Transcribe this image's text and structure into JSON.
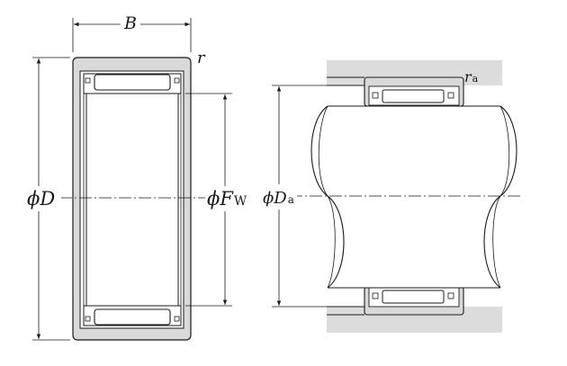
{
  "labels": {
    "width": {
      "main": "B"
    },
    "chamfer": {
      "main": "r"
    },
    "outer_diameter": {
      "phi": "ϕ",
      "main": "D"
    },
    "roller_diameter": {
      "phi": "ϕ",
      "main": "F",
      "sub": "W"
    },
    "housing_chamfer": {
      "main": "r",
      "sub": "a"
    },
    "housing_diameter": {
      "phi": "ϕ",
      "main": "D",
      "sub": "a"
    }
  },
  "colors": {
    "line": "#1a1a1a",
    "shell_fill": "#d9d9d9",
    "housing_fill": "#dcdcdc",
    "roller_fill": "#ffffff"
  }
}
